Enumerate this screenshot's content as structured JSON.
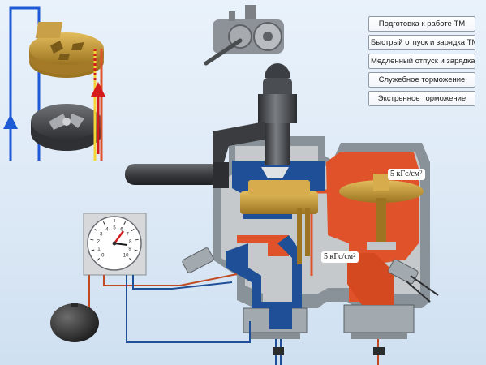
{
  "menu": {
    "items": [
      "Подготовка к работе ТМ",
      "Быстрый отпуск и зарядка ТМ",
      "Медленный отпуск и зарядка ТМ",
      "Служебное торможение",
      "Экстренное торможение"
    ]
  },
  "pressure_labels": {
    "upper": {
      "value": "5 кГс/см",
      "exp": "2"
    },
    "lower": {
      "value": "5 кГс/см",
      "exp": "2"
    }
  },
  "gauge": {
    "ticks": [
      "0",
      "1",
      "2",
      "3",
      "4",
      "5",
      "6",
      "7",
      "8",
      "9",
      "10"
    ]
  },
  "colors": {
    "feed_air": "#e0532a",
    "brake_line": "#1f4f96",
    "housing": "#8a9299",
    "brass": "#c79a36",
    "arrow_up": "#d41c1c",
    "flow_loop": "#1e5ad6",
    "flow_yellow": "#f5d43a"
  }
}
